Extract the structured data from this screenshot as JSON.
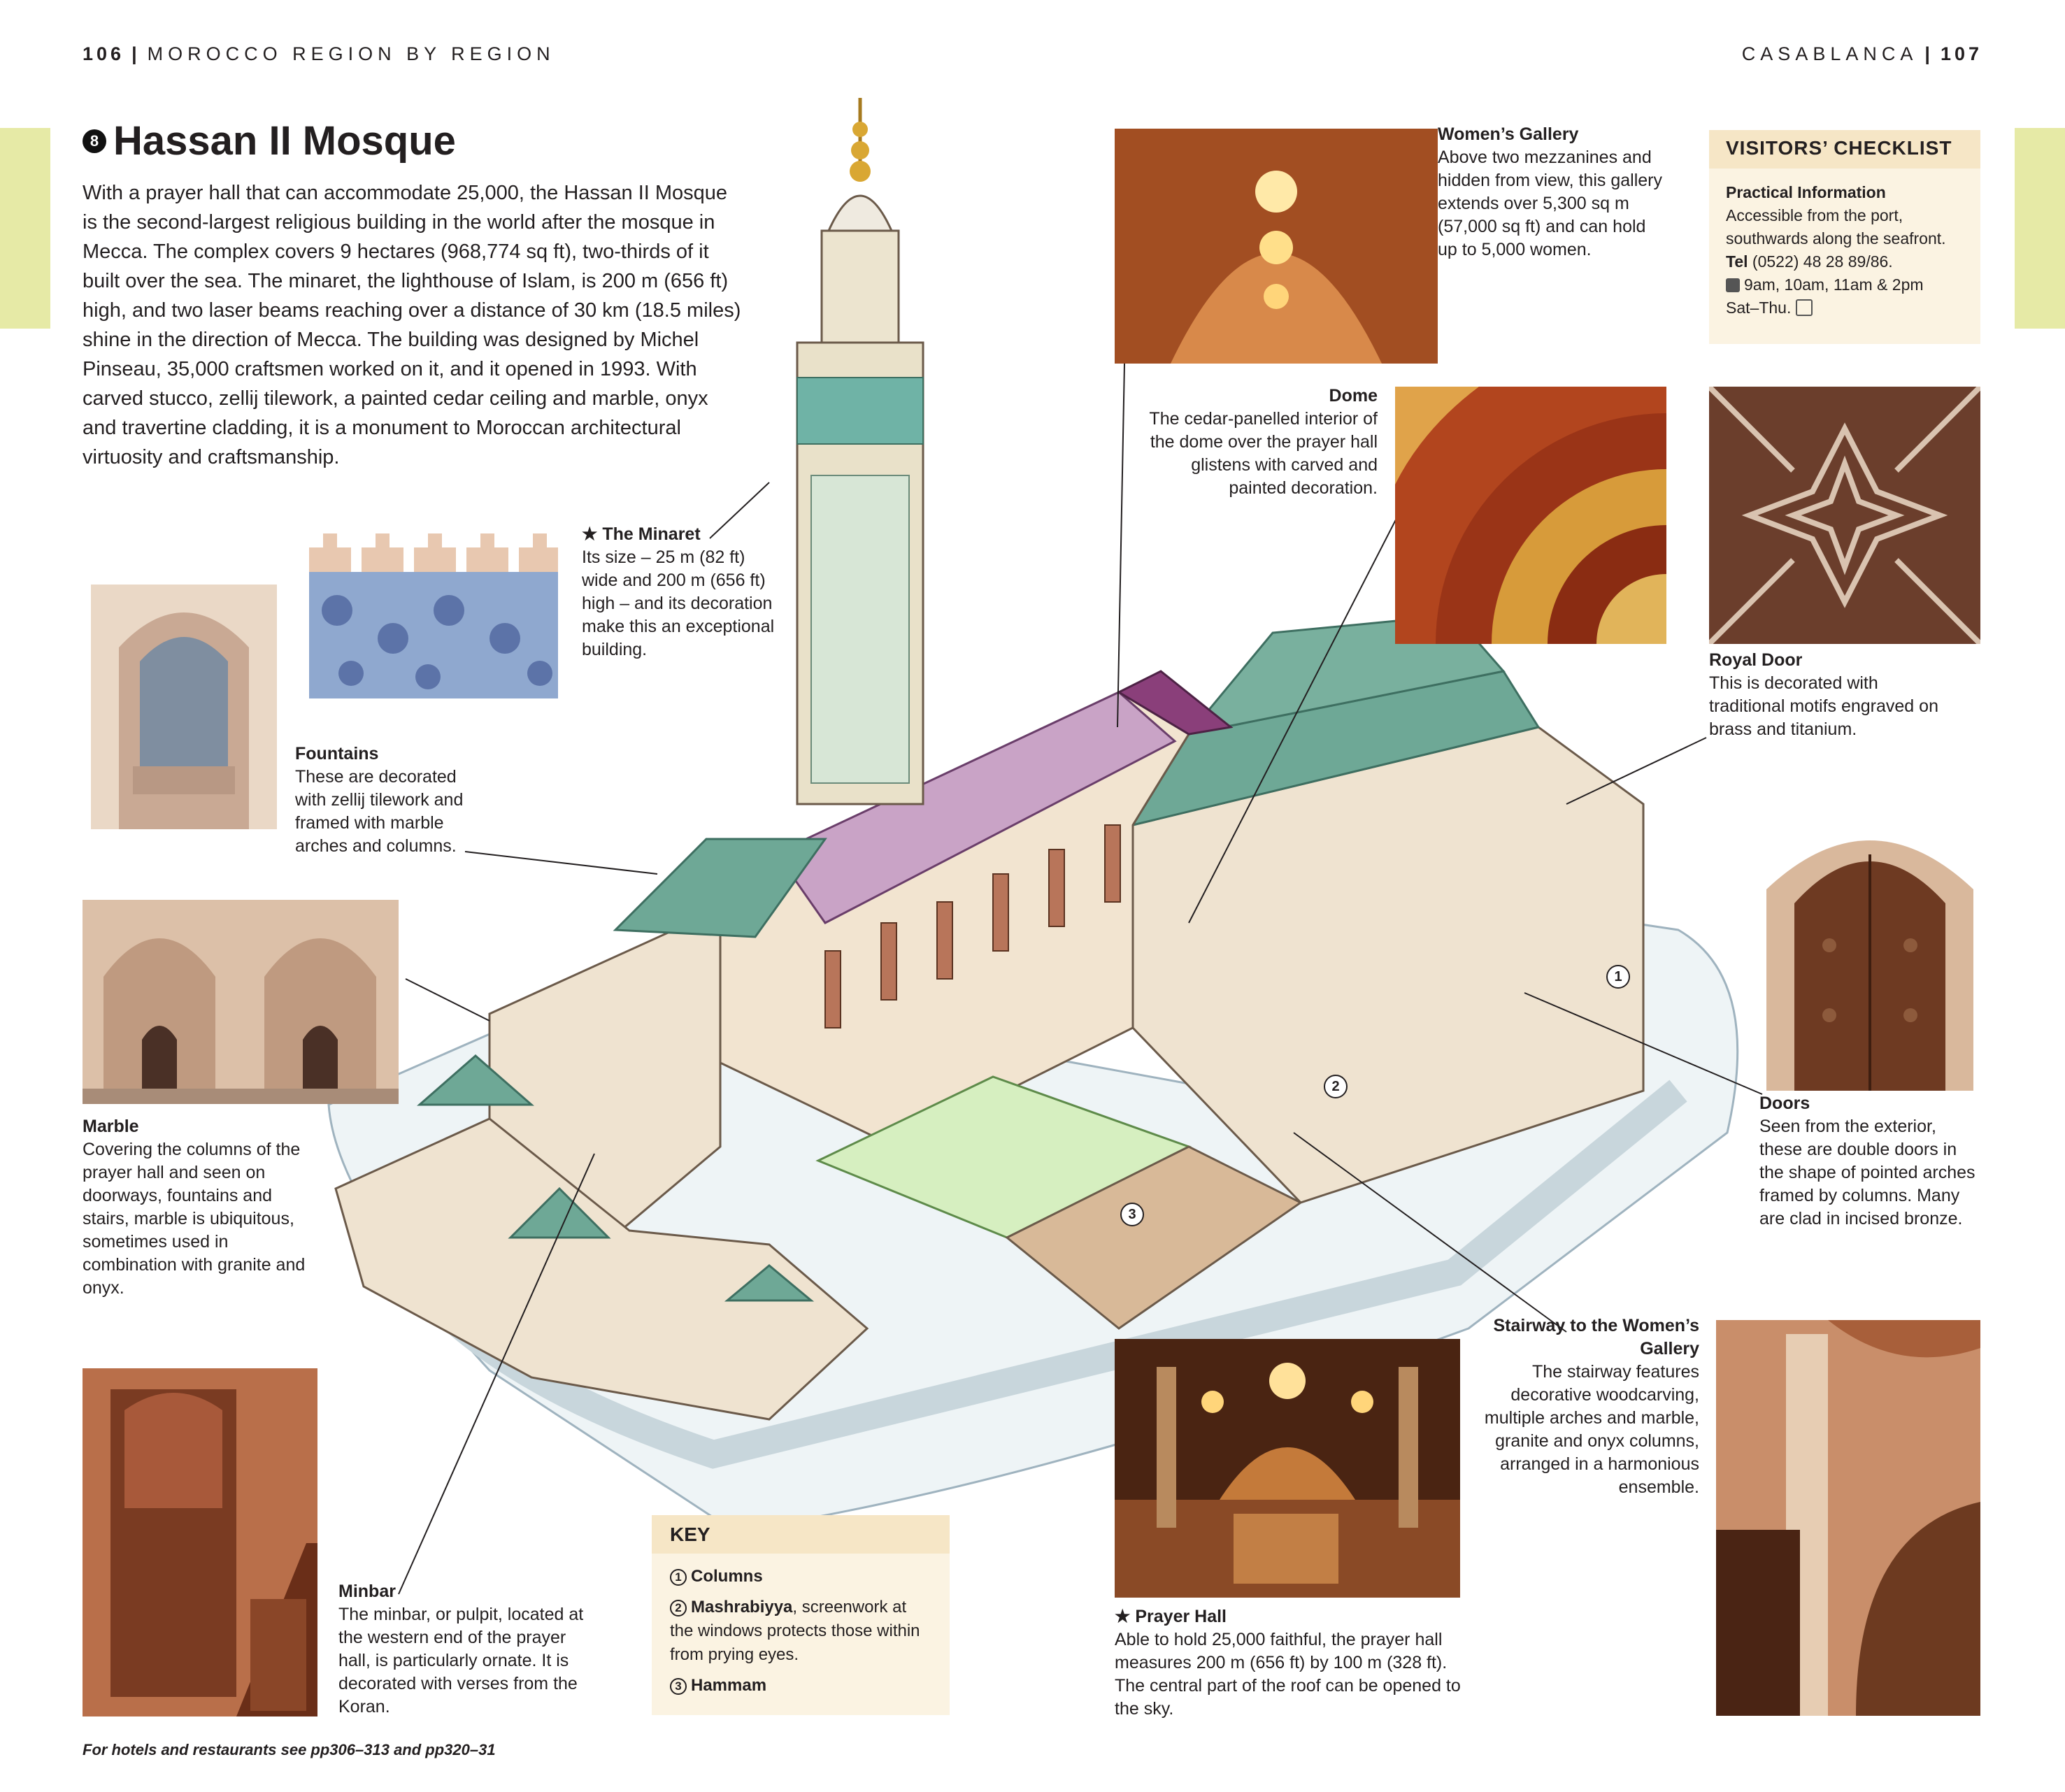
{
  "header": {
    "left_page": "106",
    "left_section": "MOROCCO REGION BY REGION",
    "right_section": "CASABLANCA",
    "right_page": "107"
  },
  "title": {
    "number": "8",
    "text": "Hassan II Mosque"
  },
  "intro": "With a prayer hall that can accommodate 25,000, the Hassan II Mosque is the second-largest religious building in the world after the mosque in Mecca. The complex covers 9 hectares (968,774 sq ft), two-thirds of it built over the sea. The minaret, the lighthouse of Islam, is 200 m (656 ft) high, and two laser beams reaching over a distance of 30 km (18.5 miles) shine in the direction of Mecca. The building was designed by Michel Pinseau, 35,000 craftsmen worked on it, and it opened in 1993. With carved stucco, zellij tilework, a painted cedar ceiling and marble, onyx and travertine cladding, it is a monument to Moroccan architectural virtuosity and craftsmanship.",
  "captions": {
    "minaret": {
      "title": "★ The Minaret",
      "text": "Its size – 25 m (82 ft) wide and 200 m (656 ft) high – and its decoration make this an exceptional building."
    },
    "fountains": {
      "title": "Fountains",
      "text": "These are decorated with zellij tilework and framed with marble arches and columns."
    },
    "marble": {
      "title": "Marble",
      "text": "Covering the columns of the prayer hall and seen on doorways, fountains and stairs, marble is ubiquitous, sometimes used in combination with granite and onyx."
    },
    "minbar": {
      "title": "Minbar",
      "text": "The minbar, or pulpit, located at the western end of the prayer hall, is particularly ornate. It is decorated with verses from the Koran."
    },
    "womens_gallery": {
      "title": "Women’s Gallery",
      "text": "Above two mezzanines and hidden from view, this gallery extends over 5,300 sq m (57,000 sq ft) and can hold up to 5,000 women."
    },
    "dome": {
      "title": "Dome",
      "text": "The cedar-panelled interior of the dome over the prayer hall glistens with carved and painted decoration."
    },
    "royal_door": {
      "title": "Royal Door",
      "text": "This is decorated with traditional motifs engraved on brass and titanium."
    },
    "doors": {
      "title": "Doors",
      "text": "Seen from the exterior, these are double doors in the shape of pointed arches framed by columns. Many are clad in incised bronze."
    },
    "stairway": {
      "title": "Stairway to the Women’s Gallery",
      "text": "The stairway features decorative woodcarving, multiple arches and marble, granite and onyx columns, arranged in a harmonious ensemble."
    },
    "prayer_hall": {
      "title": "★ Prayer Hall",
      "text": "Able to hold 25,000 faithful, the prayer hall measures 200 m (656 ft) by 100 m (328 ft). The central part of the roof can be opened to the sky."
    }
  },
  "checklist": {
    "heading": "VISITORS’ CHECKLIST",
    "subheading": "Practical Information",
    "access": "Accessible from the port, southwards along the seafront.",
    "tel_label": "Tel",
    "tel": "(0522) 48 28 89/86.",
    "hours": "9am, 10am, 11am & 2pm",
    "days": "Sat–Thu."
  },
  "key": {
    "heading": "KEY",
    "items": [
      {
        "n": "1",
        "label": "Columns",
        "desc": ""
      },
      {
        "n": "2",
        "label": "Mashrabiyya",
        "desc": ", screenwork at the windows protects those within from prying eyes."
      },
      {
        "n": "3",
        "label": "Hammam",
        "desc": ""
      }
    ]
  },
  "markers": [
    "1",
    "2",
    "3"
  ],
  "footer": "For hotels and restaurants see pp306–313 and pp320–31",
  "colors": {
    "tab": "#e6eaa6",
    "box_bg": "#fbf3e2",
    "box_head": "#f6e6c6",
    "roof_green": "#5d9d86",
    "stone": "#efe3d0",
    "wood": "#7a3b22"
  }
}
